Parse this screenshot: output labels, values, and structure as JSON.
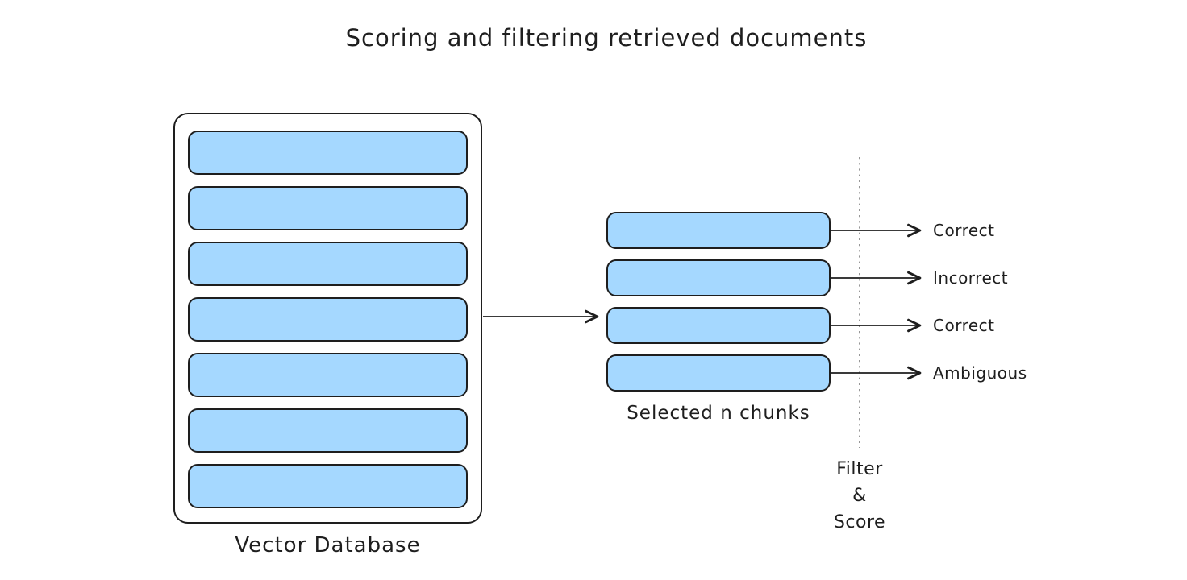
{
  "title": "Scoring and filtering retrieved documents",
  "vector_database": {
    "label": "Vector Database",
    "chunk_count": 7
  },
  "selected_chunks": {
    "label": "Selected n chunks",
    "chunk_count": 4
  },
  "filter_score": {
    "label": "Filter\n&\nScore"
  },
  "outcomes": [
    "Correct",
    "Incorrect",
    "Correct",
    "Ambiguous"
  ],
  "colors": {
    "chunk_fill": "#a5d8ff",
    "stroke": "#1e1e1e",
    "dotted_line": "#8a8a8a",
    "background": "#ffffff"
  }
}
